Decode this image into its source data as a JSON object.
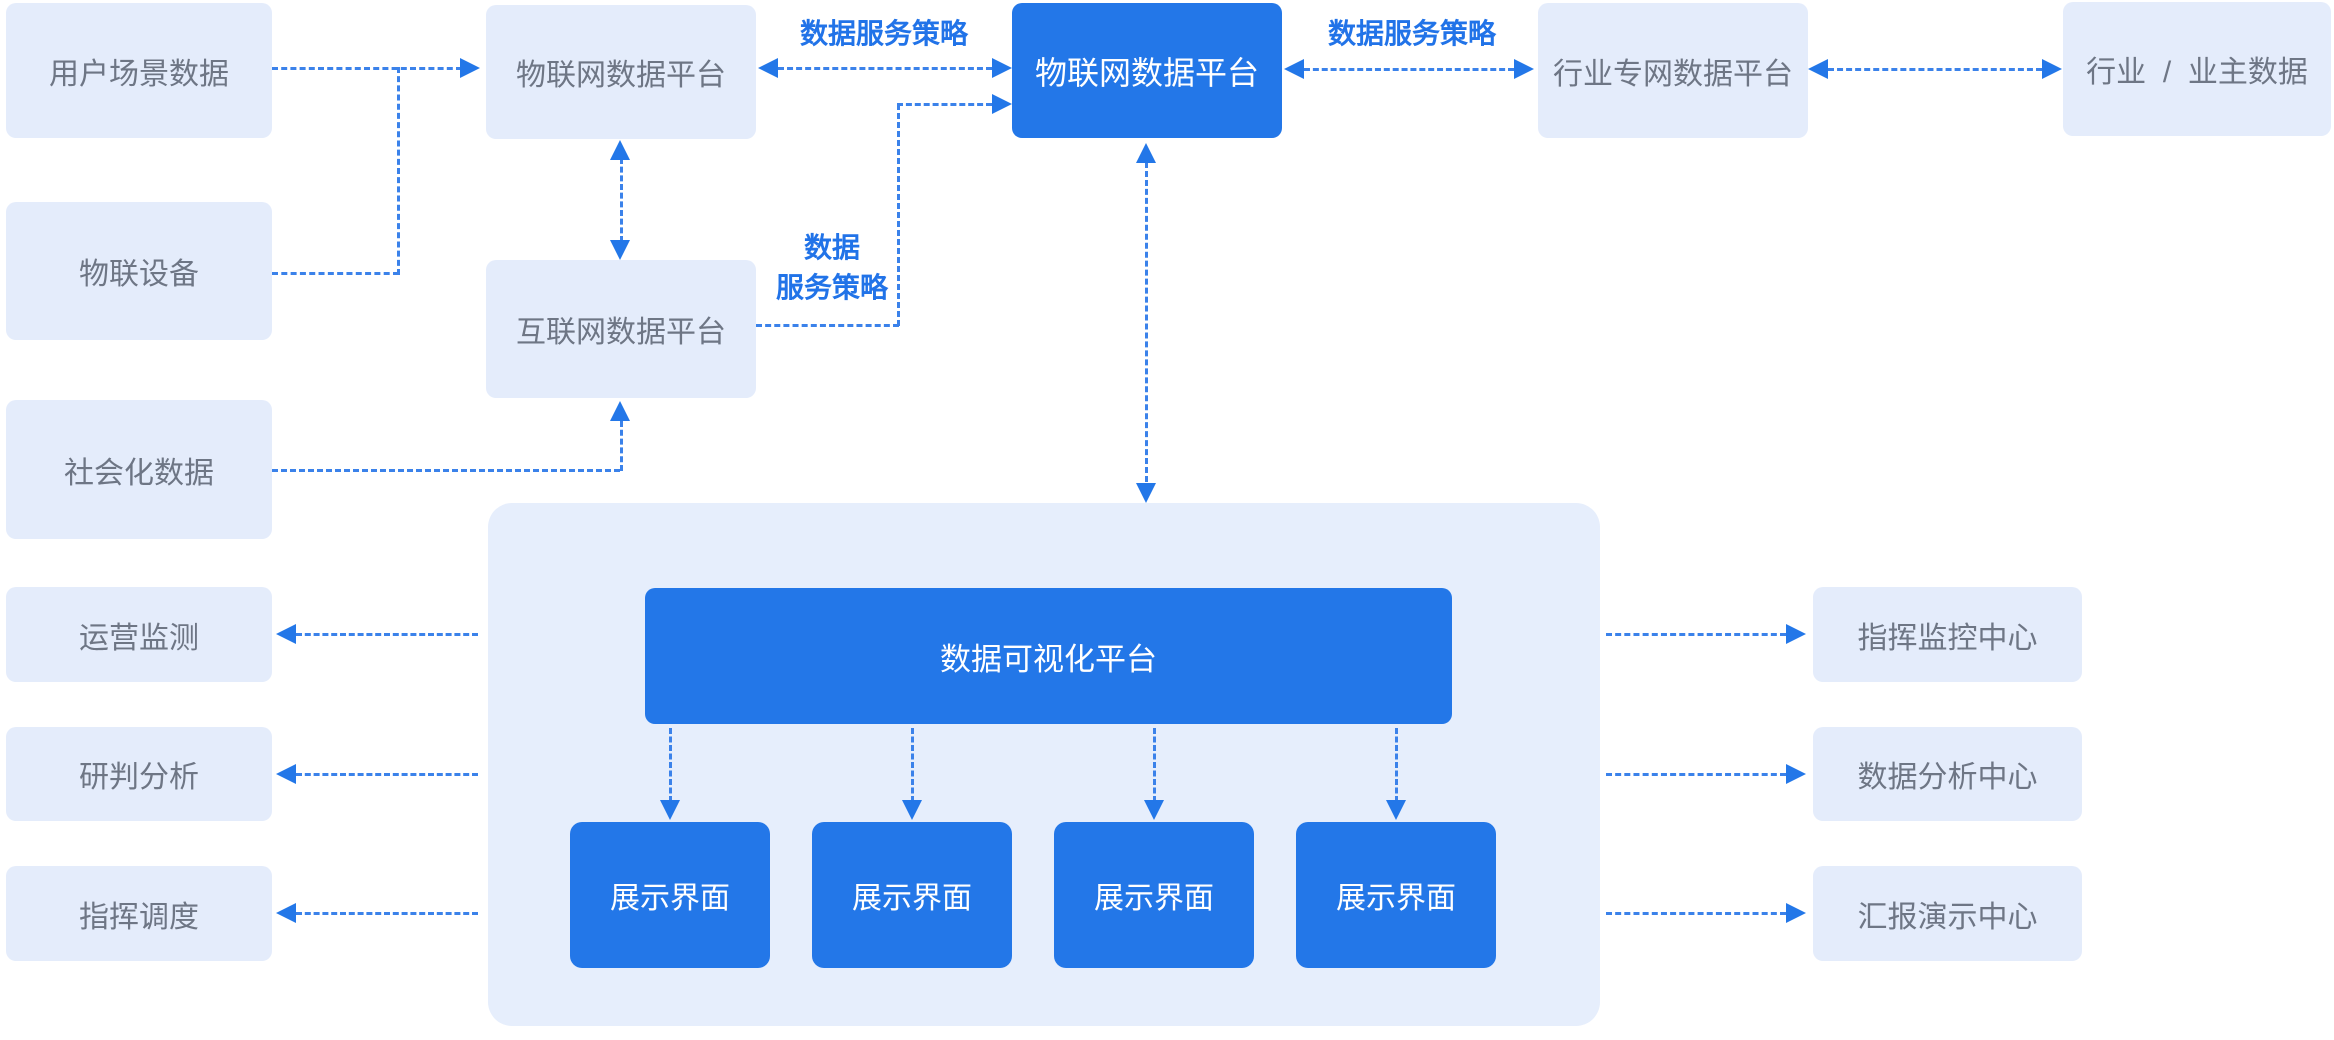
{
  "diagram": {
    "sources": [
      "用户场景数据",
      "物联设备",
      "社会化数据"
    ],
    "outputs_left": [
      "运营监测",
      "研判分析",
      "指挥调度"
    ],
    "platforms": {
      "iot_light": "物联网数据平台",
      "internet": "互联网数据平台",
      "iot_core": "物联网数据平台",
      "industry_private": "行业专网数据平台",
      "industry_owner": "行业  /  业主数据"
    },
    "visualization": {
      "platform": "数据可视化平台",
      "screens": [
        "展示界面",
        "展示界面",
        "展示界面",
        "展示界面"
      ]
    },
    "centers_right": [
      "指挥监控中心",
      "数据分析中心",
      "汇报演示中心"
    ],
    "edge_labels": {
      "left": "数据服务策略",
      "right": "数据服务策略",
      "internet_policy": "数据\n服务策略"
    },
    "colors": {
      "node_fill": "#E4ECFB",
      "container_fill": "#E6EEFC",
      "accent_blue": "#2377E8",
      "arrow_blue": "#3B82EA",
      "label_blue": "#2173E8",
      "text_gray": "#6E7685"
    }
  }
}
